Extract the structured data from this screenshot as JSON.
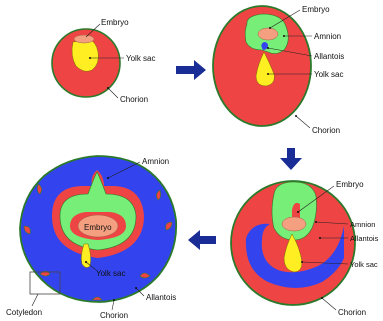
{
  "colors": {
    "chorion": "#ee4444",
    "chorion_outline": "#2a7a2a",
    "amnion": "#77ee77",
    "embryo": "#f4a080",
    "yolk_sac": "#ffee22",
    "allantois": "#3344ee",
    "arrow": "#1a2c96",
    "line": "#222222"
  },
  "stages": [
    {
      "labels": {
        "embryo": "Embryo",
        "yolk_sac": "Yolk sac",
        "chorion": "Chorion"
      }
    },
    {
      "labels": {
        "embryo": "Embryo",
        "amnion": "Amnion",
        "allantois": "Allantois",
        "yolk_sac": "Yolk sac",
        "chorion": "Chorion"
      }
    },
    {
      "labels": {
        "embryo": "Embryo",
        "amnion": "Amnion",
        "allantois": "Allantois",
        "yolk_sac": "Yolk sac",
        "chorion": "Chorion"
      }
    },
    {
      "labels": {
        "amnion": "Amnion",
        "embryo": "Embryo",
        "yolk_sac": "Yolk sac",
        "allantois": "Allantois",
        "chorion": "Chorion",
        "cotyledon": "Cotyledon"
      }
    }
  ],
  "arrows": [
    "right-arrow-icon",
    "down-arrow-icon",
    "left-arrow-icon"
  ]
}
